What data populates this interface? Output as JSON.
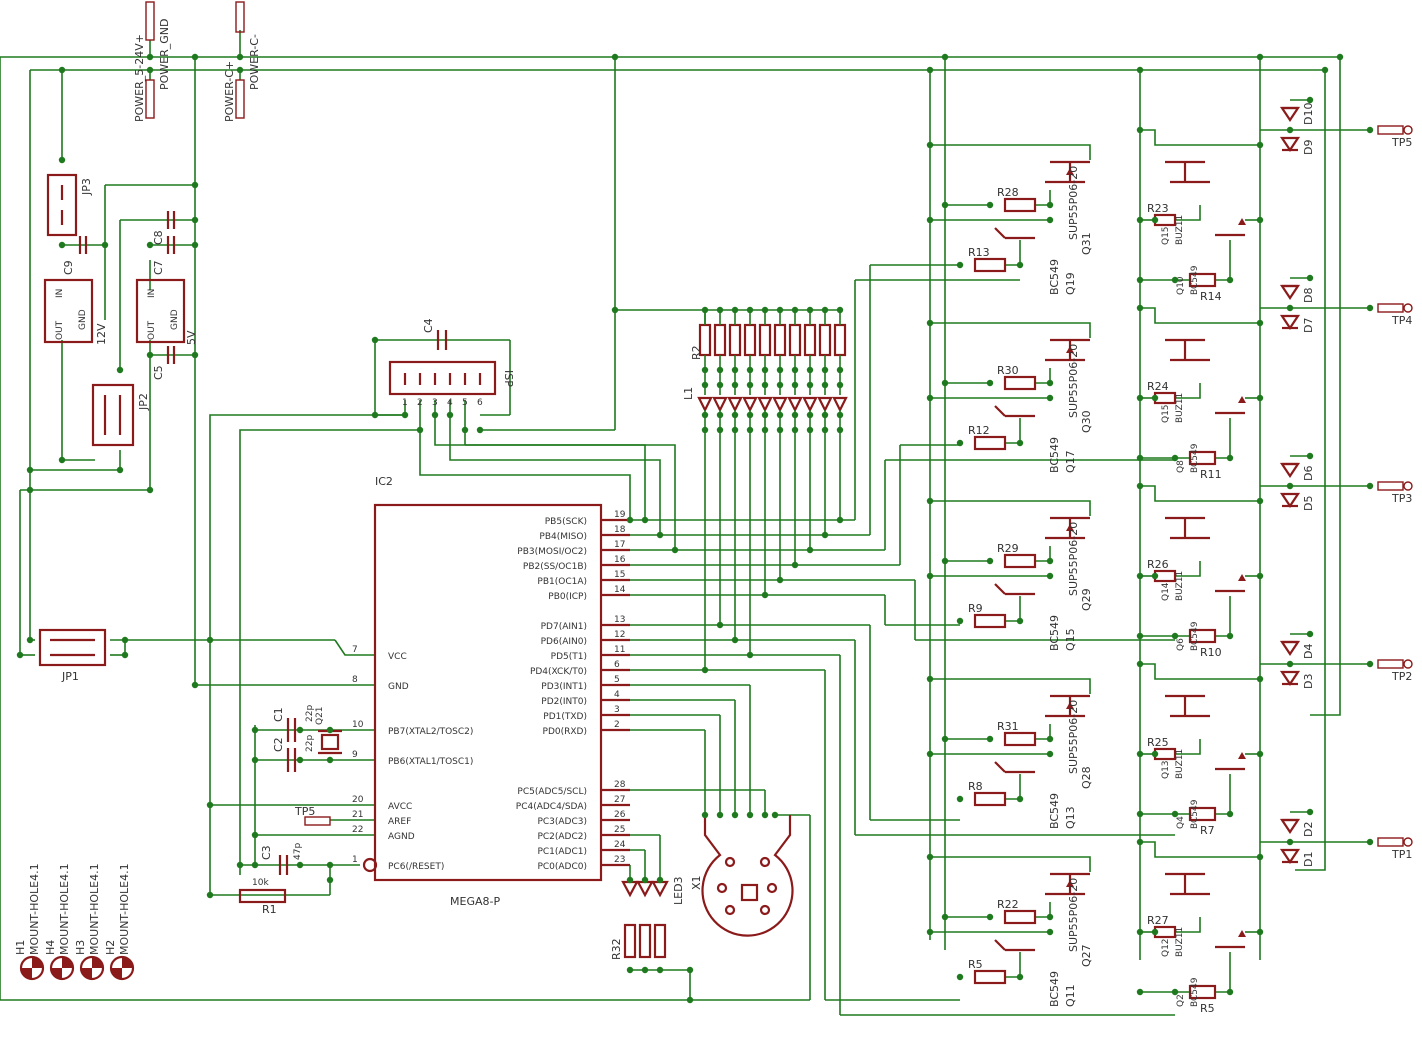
{
  "power_labels": [
    "POWER_5-24V+",
    "POWER_GND",
    "POWER-C+",
    "POWER-C-"
  ],
  "regulators": {
    "left_voltage": "12V",
    "right_voltage": "5V",
    "pin_in": "IN",
    "pin_gnd": "GND",
    "pin_out": "OUT"
  },
  "jumpers": [
    "JP3",
    "JP2",
    "JP1"
  ],
  "caps": [
    "C9",
    "C8",
    "C7",
    "C5",
    "C4",
    "C1",
    "C2",
    "C3"
  ],
  "cap_values": {
    "c1": "22p",
    "c2": "22p",
    "c3": "47p"
  },
  "ic": {
    "ref": "IC2",
    "part": "MEGA8-P",
    "left_pins": [
      {
        "num": "7",
        "name": "VCC"
      },
      {
        "num": "8",
        "name": "GND"
      },
      {
        "num": "10",
        "name": "PB7(XTAL2/TOSC2)"
      },
      {
        "num": "9",
        "name": "PB6(XTAL1/TOSC1)"
      },
      {
        "num": "20",
        "name": "AVCC"
      },
      {
        "num": "21",
        "name": "AREF"
      },
      {
        "num": "22",
        "name": "AGND"
      },
      {
        "num": "1",
        "name": "PC6(/RESET)"
      }
    ],
    "right_pins": [
      {
        "num": "19",
        "name": "PB5(SCK)"
      },
      {
        "num": "18",
        "name": "PB4(MISO)"
      },
      {
        "num": "17",
        "name": "PB3(MOSI/OC2)"
      },
      {
        "num": "16",
        "name": "PB2(SS/OC1B)"
      },
      {
        "num": "15",
        "name": "PB1(OC1A)"
      },
      {
        "num": "14",
        "name": "PB0(ICP)"
      },
      {
        "num": "13",
        "name": "PD7(AIN1)"
      },
      {
        "num": "12",
        "name": "PD6(AIN0)"
      },
      {
        "num": "11",
        "name": "PD5(T1)"
      },
      {
        "num": "6",
        "name": "PD4(XCK/T0)"
      },
      {
        "num": "5",
        "name": "PD3(INT1)"
      },
      {
        "num": "4",
        "name": "PD2(INT0)"
      },
      {
        "num": "3",
        "name": "PD1(TXD)"
      },
      {
        "num": "2",
        "name": "PD0(RXD)"
      },
      {
        "num": "28",
        "name": "PC5(ADC5/SCL)"
      },
      {
        "num": "27",
        "name": "PC4(ADC4/SDA)"
      },
      {
        "num": "26",
        "name": "PC3(ADC3)"
      },
      {
        "num": "25",
        "name": "PC2(ADC2)"
      },
      {
        "num": "24",
        "name": "PC1(ADC1)"
      },
      {
        "num": "23",
        "name": "PC0(ADC0)"
      }
    ]
  },
  "isp": {
    "label": "ISP",
    "pins": [
      "1",
      "2",
      "3",
      "4",
      "5",
      "6"
    ]
  },
  "resistor_network": {
    "ref": "R2",
    "led_ref": "L1"
  },
  "misc": {
    "r1": "R1",
    "r1_value": "10k",
    "crystal": "Q21",
    "tp5": "TP5",
    "led3": "LED3",
    "r32": "R32",
    "x1": "X1"
  },
  "mount_holes": [
    {
      "ref": "H1",
      "part": "MOUNT-HOLE4.1"
    },
    {
      "ref": "H4",
      "part": "MOUNT-HOLE4.1"
    },
    {
      "ref": "H3",
      "part": "MOUNT-HOLE4.1"
    },
    {
      "ref": "H2",
      "part": "MOUNT-HOLE4.1"
    }
  ],
  "driver_stages": [
    {
      "r_base": "R28",
      "r_gate": "R13",
      "mosfet": "Q31",
      "mosfet_part": "SUP55P06-20",
      "npn": "Q19",
      "npn_part": "BC549",
      "r_low": "R23",
      "q_low": "Q15",
      "q_low_part": "BUZ11",
      "q_low2": "Q10",
      "q_low2_part": "BC549",
      "r_low2": "R14",
      "d_hi": "D10",
      "d_lo": "D9",
      "tp": "TP5"
    },
    {
      "r_base": "R30",
      "r_gate": "R12",
      "mosfet": "Q30",
      "mosfet_part": "SUP55P06-20",
      "npn": "Q17",
      "npn_part": "BC549",
      "r_low": "R24",
      "q_low": "Q15",
      "q_low_part": "BUZ11",
      "q_low2": "Q8",
      "q_low2_part": "BC549",
      "r_low2": "R11",
      "d_hi": "D8",
      "d_lo": "D7",
      "tp": "TP4"
    },
    {
      "r_base": "R29",
      "r_gate": "R9",
      "mosfet": "Q29",
      "mosfet_part": "SUP55P06-20",
      "npn": "Q15",
      "npn_part": "BC549",
      "r_low": "R26",
      "q_low": "Q14",
      "q_low_part": "BUZ11",
      "q_low2": "Q6",
      "q_low2_part": "BC549",
      "r_low2": "R10",
      "d_hi": "D6",
      "d_lo": "D5",
      "tp": "TP3"
    },
    {
      "r_base": "R31",
      "r_gate": "R8",
      "mosfet": "Q28",
      "mosfet_part": "SUP55P06-20",
      "npn": "Q13",
      "npn_part": "BC549",
      "r_low": "R25",
      "q_low": "Q13",
      "q_low_part": "BUZ11",
      "q_low2": "Q4",
      "q_low2_part": "BC549",
      "r_low2": "R7",
      "d_hi": "D4",
      "d_lo": "D3",
      "tp": "TP2"
    },
    {
      "r_base": "R22",
      "r_gate": "R5",
      "mosfet": "Q27",
      "mosfet_part": "SUP55P06-20",
      "npn": "Q11",
      "npn_part": "BC549",
      "r_low": "R27",
      "q_low": "Q12",
      "q_low_part": "BUZ11",
      "q_low2": "Q2",
      "q_low2_part": "BC549",
      "r_low2": "R5",
      "d_hi": "D2",
      "d_lo": "D1",
      "tp": "TP1"
    }
  ]
}
